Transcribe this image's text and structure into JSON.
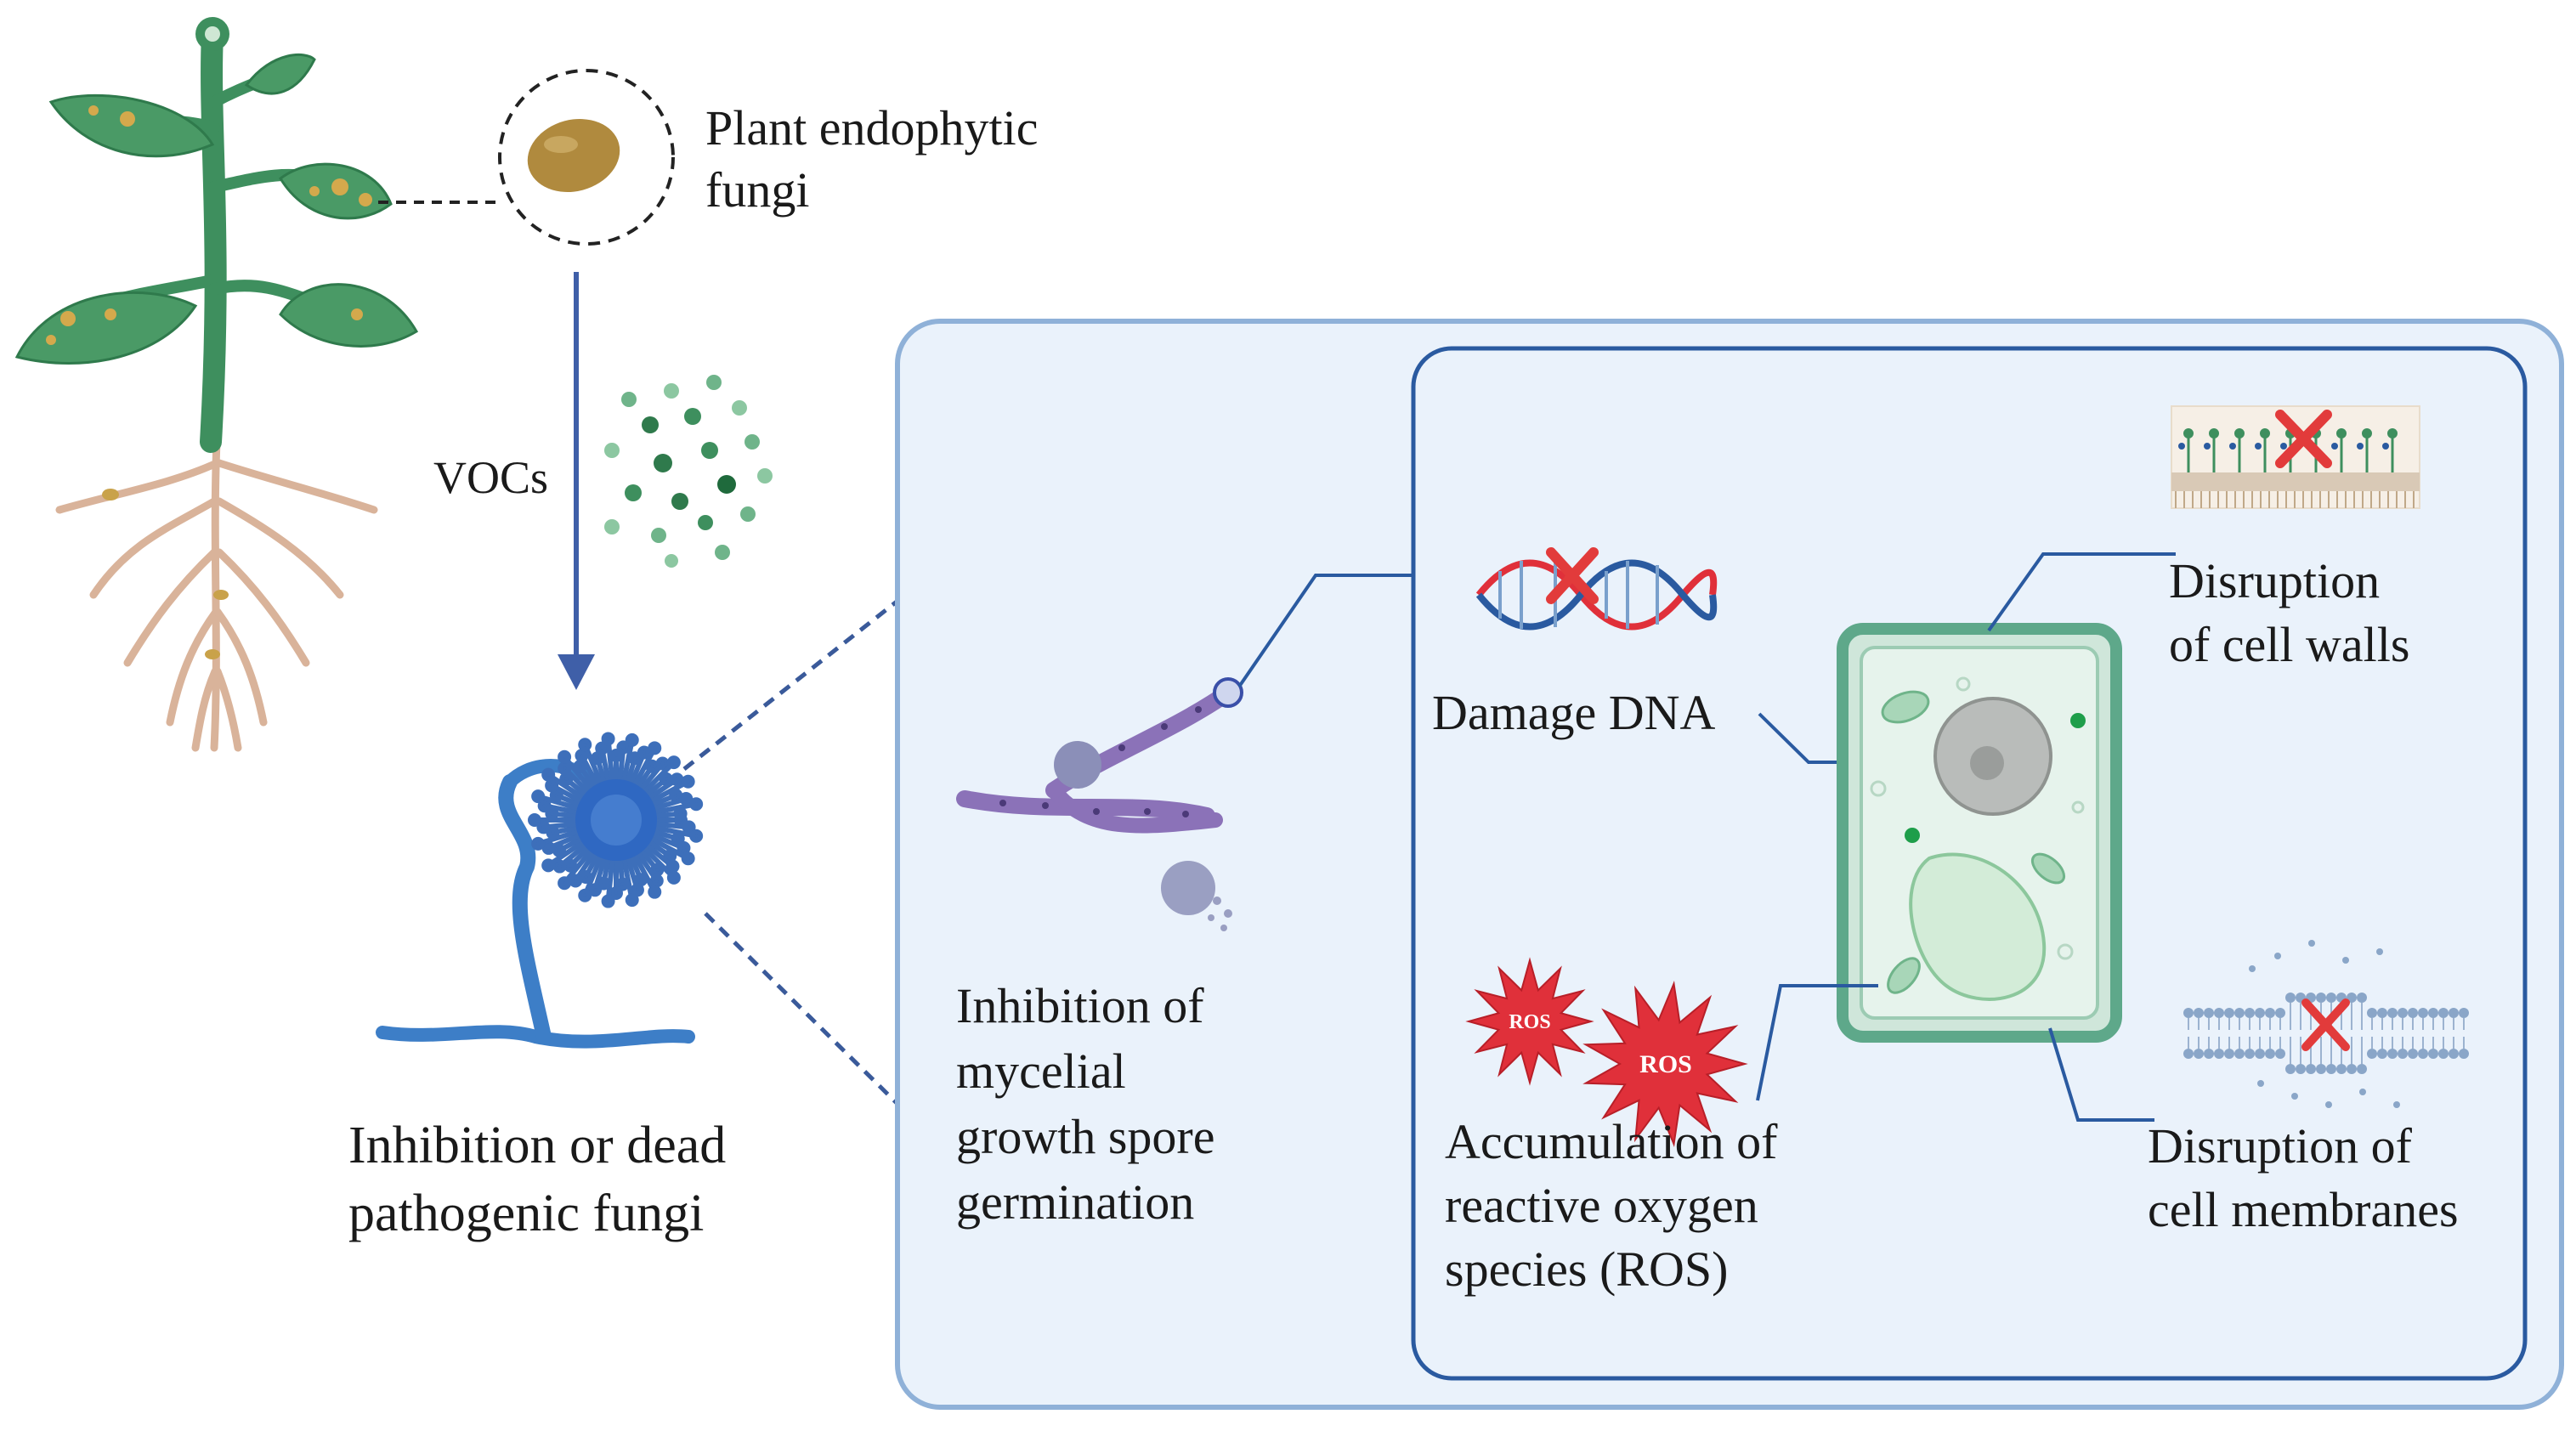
{
  "labels": {
    "endophytic": [
      "Plant endophytic",
      "fungi"
    ],
    "vocs": "VOCs",
    "inhibition_dead": [
      "Inhibition or dead",
      "pathogenic fungi"
    ],
    "mycelial": [
      "Inhibition of",
      "mycelial",
      "growth spore",
      "germination"
    ],
    "damage_dna": "Damage DNA",
    "ros": [
      "Accumulation of",
      "reactive oxygen",
      "species (ROS)"
    ],
    "cell_walls": [
      "Disruption",
      "of cell walls"
    ],
    "cell_membranes": [
      "Disruption of",
      "cell membranes"
    ],
    "ros_badge": "ROS"
  },
  "colors": {
    "plant_green": "#3e8f5e",
    "leaf_green": "#4a9a66",
    "root": "#d9b39a",
    "spot": "#d4a94c",
    "endophyte": "#b08a3e",
    "arrow": "#3f5fa8",
    "panel_fill": "#eaf2fb",
    "panel_stroke": "#8fb1d8",
    "inner_stroke": "#2a5aa0",
    "fungus_blue": "#3d7ec7",
    "hypha_purple": "#8b72b8",
    "ros_red": "#e0303a",
    "cross_red": "#e23b3b",
    "cell_green": "#5ea88a"
  }
}
